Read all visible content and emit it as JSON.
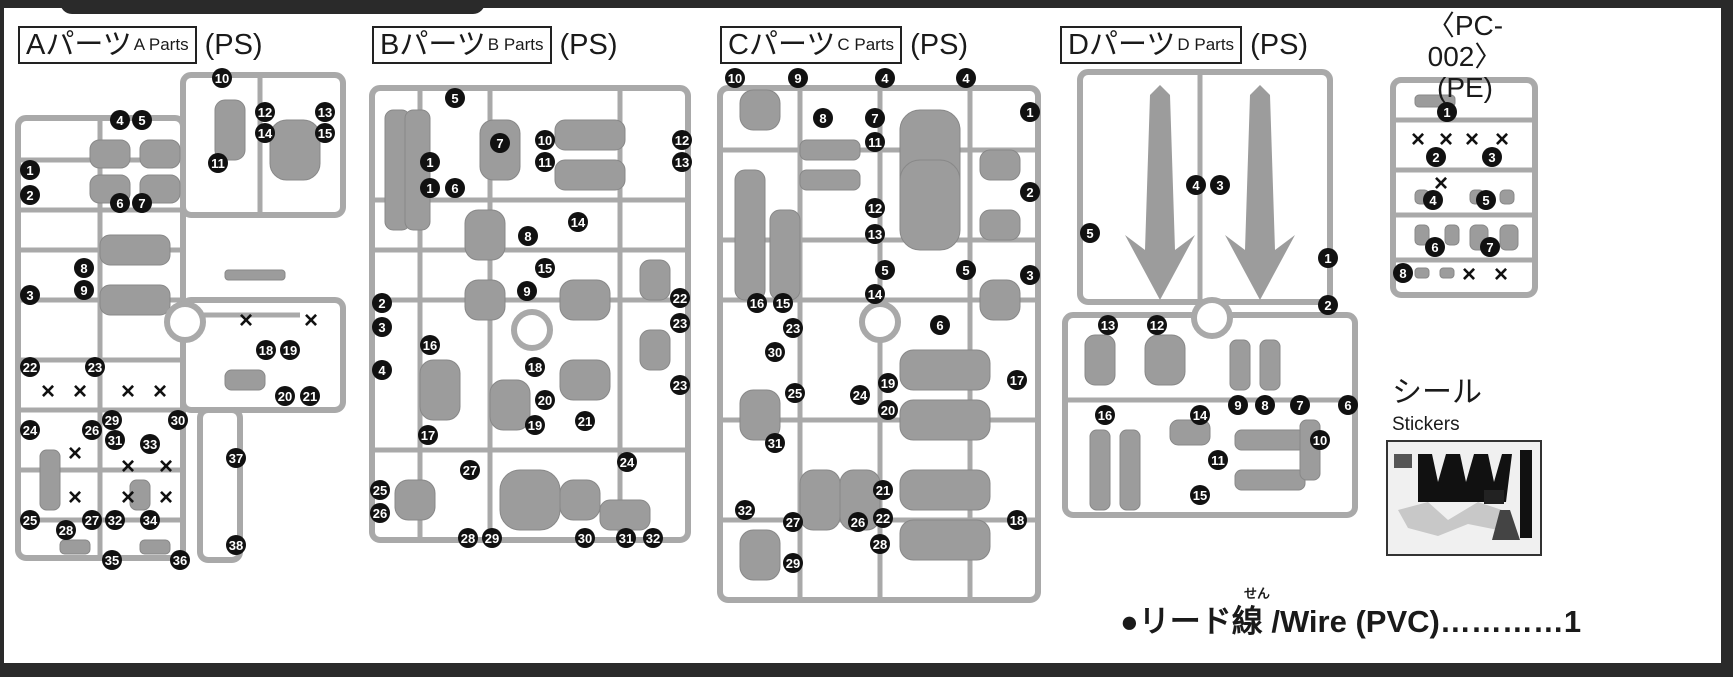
{
  "runners": [
    {
      "letter_jp": "Aパーツ",
      "letter_en": "A Parts",
      "material": "(PS)",
      "labels": [
        "10",
        "4",
        "5",
        "12",
        "13",
        "14",
        "15",
        "1",
        "11",
        "2",
        "6",
        "7",
        "8",
        "9",
        "3",
        "18",
        "19",
        "22",
        "23",
        "20",
        "21",
        "29",
        "30",
        "24",
        "26",
        "31",
        "33",
        "37",
        "25",
        "28",
        "27",
        "32",
        "34",
        "35",
        "36",
        "38"
      ]
    },
    {
      "letter_jp": "Bパーツ",
      "letter_en": "B Parts",
      "material": "(PS)",
      "labels": [
        "5",
        "7",
        "10",
        "12",
        "1",
        "11",
        "13",
        "1",
        "6",
        "8",
        "14",
        "15",
        "9",
        "22",
        "2",
        "23",
        "3",
        "16",
        "18",
        "4",
        "23",
        "20",
        "17",
        "19",
        "21",
        "24",
        "27",
        "25",
        "26",
        "28",
        "29",
        "30",
        "31",
        "32"
      ]
    },
    {
      "letter_jp": "Cパーツ",
      "letter_en": "C Parts",
      "material": "(PS)",
      "labels": [
        "10",
        "9",
        "4",
        "4",
        "8",
        "7",
        "1",
        "11",
        "2",
        "12",
        "13",
        "5",
        "5",
        "3",
        "14",
        "16",
        "15",
        "6",
        "23",
        "30",
        "17",
        "25",
        "24",
        "19",
        "20",
        "31",
        "21",
        "32",
        "22",
        "18",
        "27",
        "26",
        "28",
        "29"
      ]
    },
    {
      "letter_jp": "Dパーツ",
      "letter_en": "D Parts",
      "material": "(PS)",
      "labels": [
        "4",
        "3",
        "5",
        "1",
        "2",
        "13",
        "12",
        "9",
        "8",
        "7",
        "6",
        "16",
        "14",
        "10",
        "11",
        "15"
      ]
    }
  ],
  "pe_runner": {
    "code": "〈PC-002〉",
    "material": "(PE)",
    "labels": [
      "1",
      "2",
      "3",
      "4",
      "5",
      "6",
      "7",
      "8"
    ]
  },
  "stickers": {
    "title_jp": "シール",
    "title_en": "Stickers"
  },
  "wire": {
    "text": "●リード線 /Wire (PVC)…………1",
    "furigana": "せん"
  },
  "not_used_mark": "×",
  "colors": {
    "runner": "#a9a9a9",
    "part": "#9c9c9c",
    "marker": "#111111",
    "border": "#2a2a2a"
  }
}
